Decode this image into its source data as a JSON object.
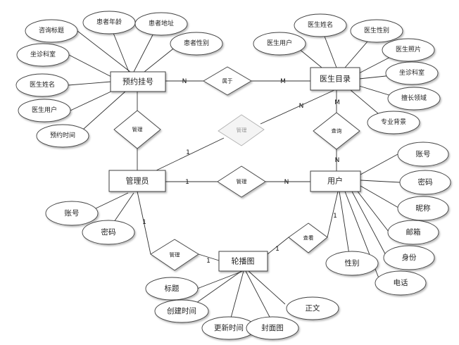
{
  "entities": {
    "reservation": "预约挂号",
    "doctor_directory": "医生目录",
    "admin": "管理员",
    "user": "用户",
    "carousel": "轮播图"
  },
  "relations": {
    "belongs_to": "属于",
    "manage_admin_user": "管理",
    "query": "查询",
    "manage_reservation": "管理",
    "manage_doctor": "管理",
    "manage_carousel": "管理",
    "view_carousel": "查看"
  },
  "attributes": {
    "reservation": [
      "咨询标题",
      "患者年龄",
      "患者地址",
      "患者性别",
      "坐诊科室",
      "医生姓名",
      "医生用户",
      "预约时间"
    ],
    "doctor_directory": [
      "医生姓名",
      "医生性别",
      "医生用户",
      "医生照片",
      "坐诊科室",
      "擅长领域",
      "专业背景"
    ],
    "admin": [
      "账号",
      "密码"
    ],
    "user": [
      "账号",
      "密码",
      "昵称",
      "邮箱",
      "身份",
      "电话",
      "性别"
    ],
    "carousel": [
      "标题",
      "创建时间",
      "更新时间",
      "封面图",
      "正文"
    ]
  },
  "cardinalities": {
    "reservation_belongs": "N",
    "doctor_belongs": "M",
    "doctor_manage": "N",
    "admin_manage": "1",
    "admin_user": "1",
    "user_admin": "N",
    "doctor_query": "M",
    "user_query": "N",
    "admin_carousel_a": "1",
    "admin_carousel_b": "1",
    "user_carousel": "1",
    "carousel_user": "1"
  }
}
